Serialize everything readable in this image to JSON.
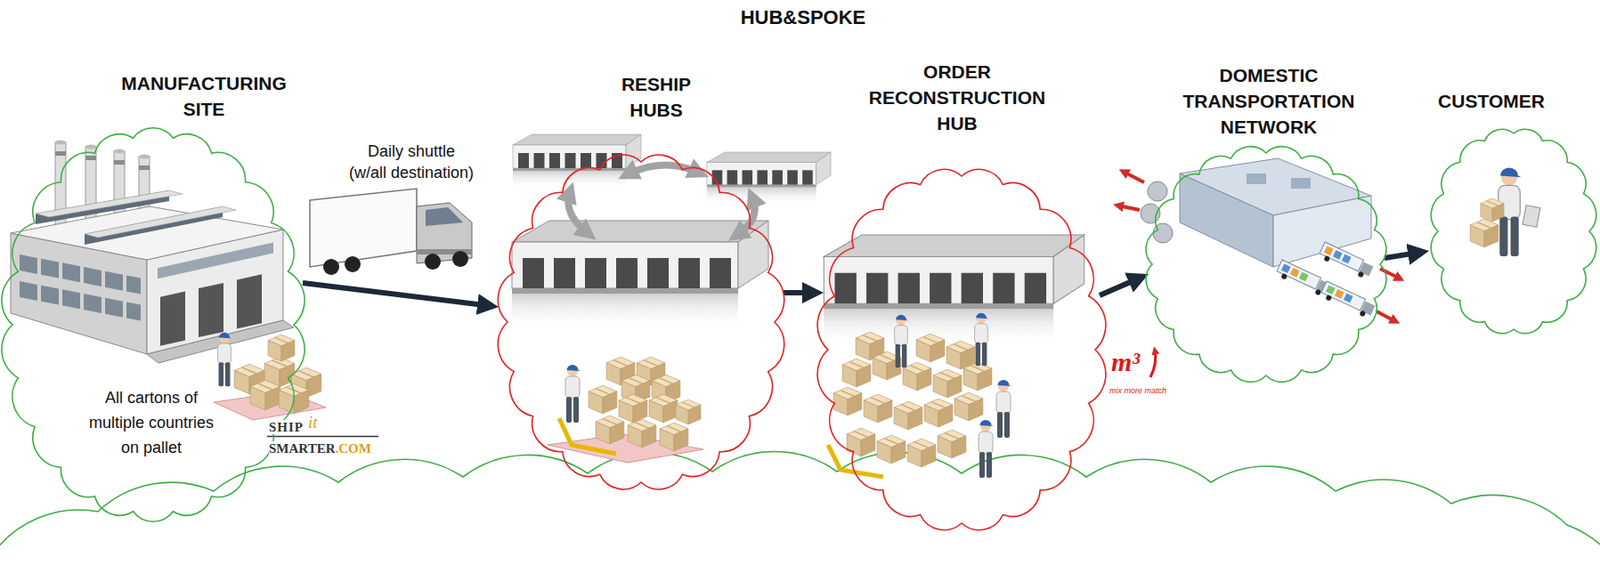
{
  "diagram": {
    "title": "HUB&SPOKE",
    "nodes": [
      {
        "text": [
          "MANUFACTURING SITE",
          "All cartons of multiple countries on pallet"
        ]
      },
      {
        "text": [
          "RESHIP HUBS"
        ]
      },
      {
        "text": [
          "ORDER RECONSTRUCTION HUB"
        ]
      },
      {
        "text": [
          "DOMESTIC TRANSPORTATION NETWORK"
        ]
      },
      {
        "text": [
          "CUSTOMER"
        ]
      }
    ],
    "edges": [
      {
        "from": 0,
        "to": 1,
        "arrow": "to",
        "label": "Daily shuttle (w/all destination)"
      },
      {
        "from": 1,
        "to": 2,
        "arrow": "to"
      },
      {
        "from": 2,
        "to": 3,
        "arrow": "to"
      },
      {
        "from": 3,
        "to": 4,
        "arrow": "to"
      }
    ],
    "labels": [
      "SHIP",
      "it",
      "SMARTER",
      ".COM",
      "m³",
      "mix more match"
    ]
  }
}
